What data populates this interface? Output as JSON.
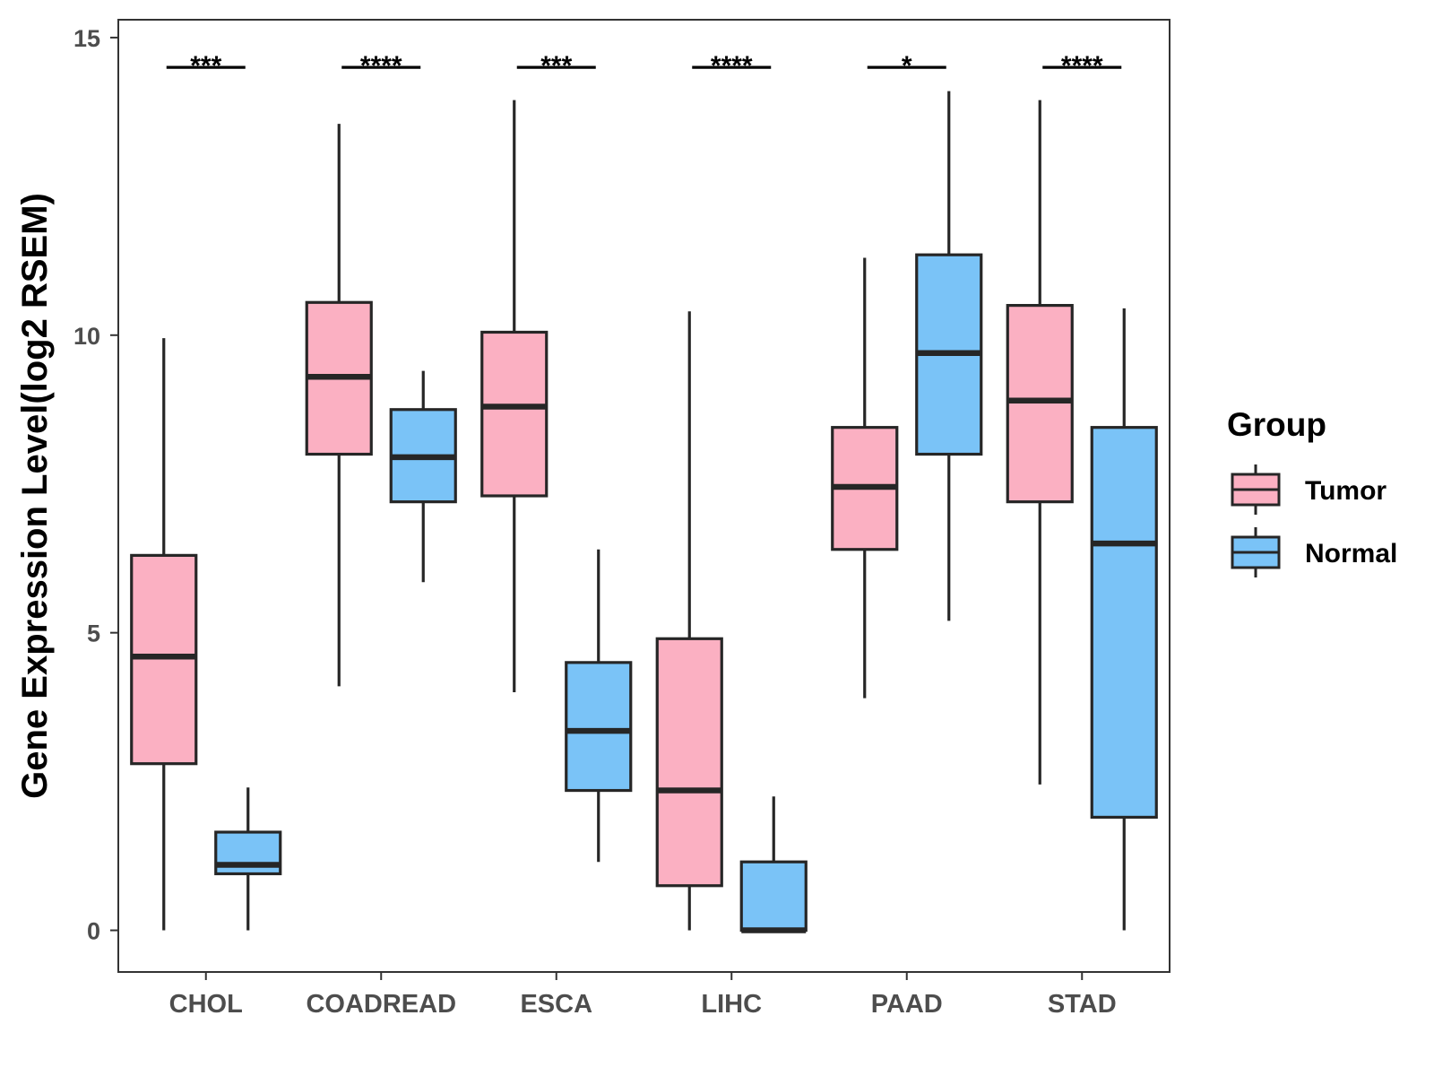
{
  "chart_data": {
    "type": "boxplot",
    "ylabel": "Gene Expression Level(log2 RSEM)",
    "xlabel": "",
    "ylim": [
      -0.7,
      15.3
    ],
    "yticks": [
      0,
      5,
      10,
      15
    ],
    "categories": [
      "CHOL",
      "COADREAD",
      "ESCA",
      "LIHC",
      "PAAD",
      "STAD"
    ],
    "significance": [
      "***",
      "****",
      "***",
      "****",
      "*",
      "****"
    ],
    "significance_y": 14.5,
    "legend": {
      "title": "Group",
      "position": "right"
    },
    "grid": false,
    "series": [
      {
        "name": "Tumor",
        "color": "#fbb0c2",
        "boxes": [
          {
            "category": "CHOL",
            "min": 0.0,
            "q1": 2.8,
            "median": 4.6,
            "q3": 6.3,
            "max": 9.95
          },
          {
            "category": "COADREAD",
            "min": 4.1,
            "q1": 8.0,
            "median": 9.3,
            "q3": 10.55,
            "max": 13.55
          },
          {
            "category": "ESCA",
            "min": 4.0,
            "q1": 7.3,
            "median": 8.8,
            "q3": 10.05,
            "max": 13.95
          },
          {
            "category": "LIHC",
            "min": 0.0,
            "q1": 0.75,
            "median": 2.35,
            "q3": 4.9,
            "max": 10.4
          },
          {
            "category": "PAAD",
            "min": 3.9,
            "q1": 6.4,
            "median": 7.45,
            "q3": 8.45,
            "max": 11.3
          },
          {
            "category": "STAD",
            "min": 2.45,
            "q1": 7.2,
            "median": 8.9,
            "q3": 10.5,
            "max": 13.95
          }
        ]
      },
      {
        "name": "Normal",
        "color": "#7ac3f7",
        "boxes": [
          {
            "category": "CHOL",
            "min": 0.0,
            "q1": 0.95,
            "median": 1.1,
            "q3": 1.65,
            "max": 2.4
          },
          {
            "category": "COADREAD",
            "min": 5.85,
            "q1": 7.2,
            "median": 7.95,
            "q3": 8.75,
            "max": 9.4
          },
          {
            "category": "ESCA",
            "min": 1.15,
            "q1": 2.35,
            "median": 3.35,
            "q3": 4.5,
            "max": 6.4
          },
          {
            "category": "LIHC",
            "min": 0.0,
            "q1": 0.0,
            "median": 0.0,
            "q3": 1.15,
            "max": 2.25
          },
          {
            "category": "PAAD",
            "min": 5.2,
            "q1": 8.0,
            "median": 9.7,
            "q3": 11.35,
            "max": 14.1
          },
          {
            "category": "STAD",
            "min": 0.0,
            "q1": 1.9,
            "median": 6.5,
            "q3": 8.45,
            "max": 10.45
          }
        ]
      }
    ]
  }
}
